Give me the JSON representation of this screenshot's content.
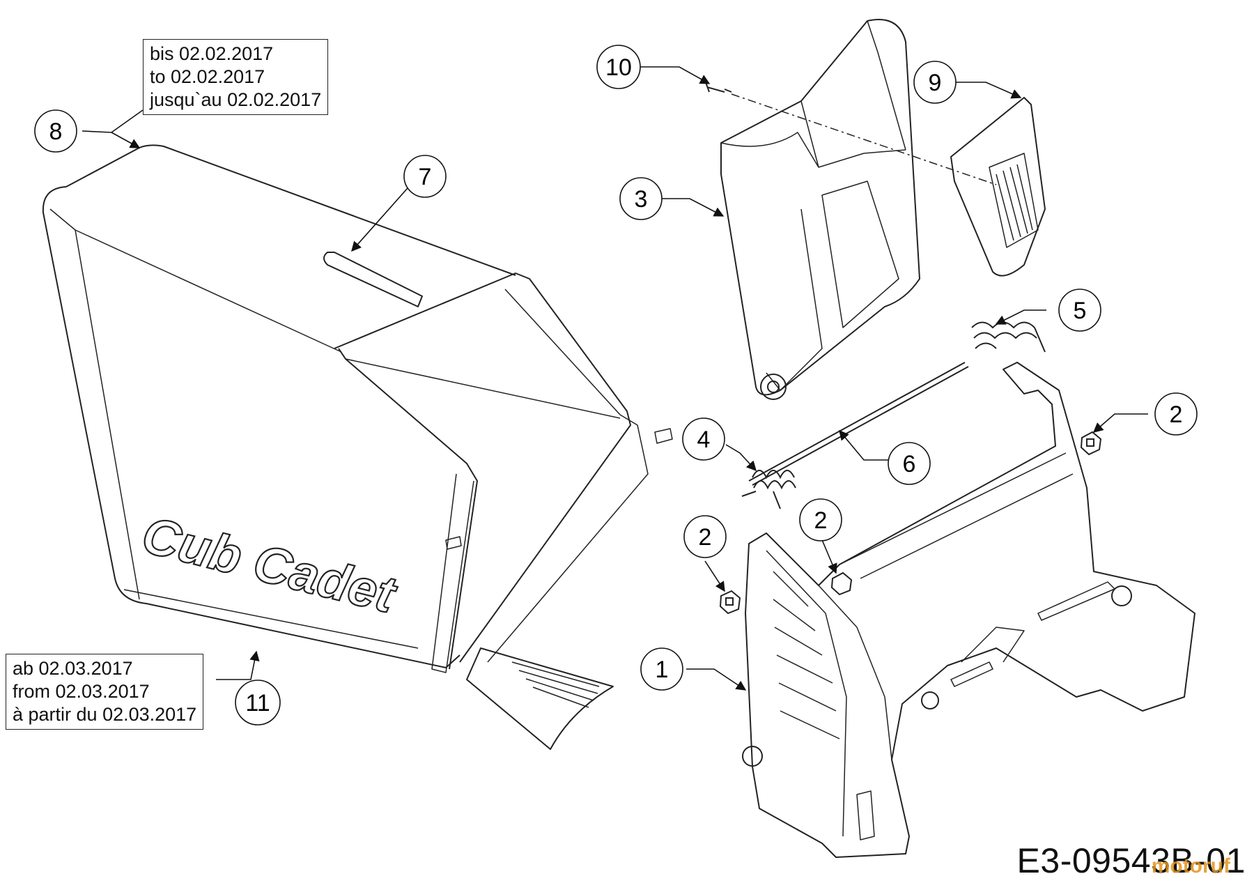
{
  "notes": {
    "top": [
      "bis 02.02.2017",
      "to 02.02.2017",
      "jusqu`au 02.02.2017"
    ],
    "bottom": [
      "ab 02.03.2017",
      "from 02.03.2017",
      "à partir du 02.03.2017"
    ]
  },
  "brand_logo": "Cub Cadet",
  "drawing_code": "E3-09543B-01",
  "watermark": "motoruf",
  "callouts": [
    {
      "id": "1",
      "label": "1"
    },
    {
      "id": "2a",
      "label": "2"
    },
    {
      "id": "2b",
      "label": "2"
    },
    {
      "id": "2c",
      "label": "2"
    },
    {
      "id": "3",
      "label": "3"
    },
    {
      "id": "4",
      "label": "4"
    },
    {
      "id": "5",
      "label": "5"
    },
    {
      "id": "6",
      "label": "6"
    },
    {
      "id": "7",
      "label": "7"
    },
    {
      "id": "8",
      "label": "8"
    },
    {
      "id": "9",
      "label": "9"
    },
    {
      "id": "10",
      "label": "10"
    },
    {
      "id": "11",
      "label": "11"
    }
  ]
}
